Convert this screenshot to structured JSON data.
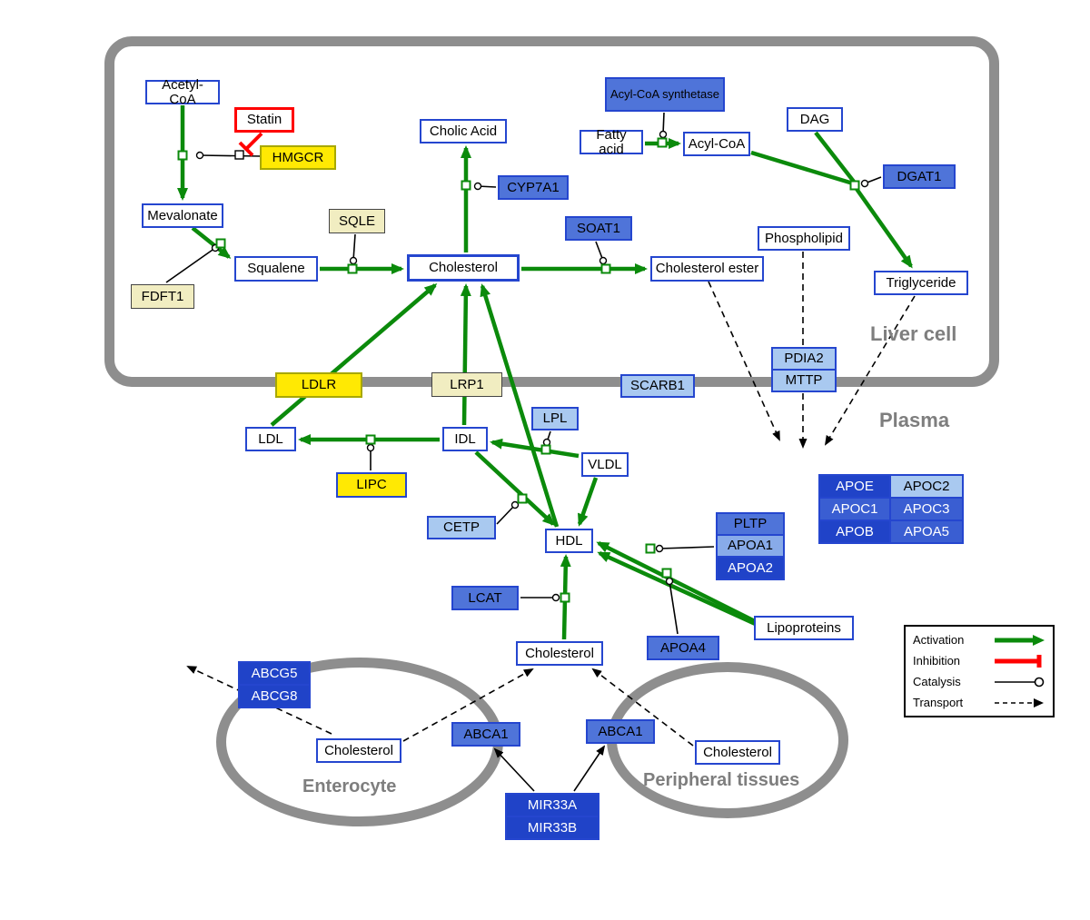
{
  "diagram": {
    "compartments": {
      "liver": "Liver cell",
      "plasma": "Plasma",
      "enterocyte": "Enterocyte",
      "peripheral": "Peripheral tissues"
    },
    "nodes": {
      "acetyl_coa": "Acetyl-CoA",
      "statin": "Statin",
      "hmgcr": "HMGCR",
      "mevalonate": "Mevalonate",
      "fdft1": "FDFT1",
      "squalene": "Squalene",
      "sqle": "SQLE",
      "cholesterol_liver": "Cholesterol",
      "cholic_acid": "Cholic Acid",
      "cyp7a1": "CYP7A1",
      "soat1": "SOAT1",
      "cholesterol_ester": "Cholesterol ester",
      "acyl_coa_synthetase": "Acyl-CoA synthetase",
      "fatty_acid": "Fatty acid",
      "acyl_coa": "Acyl-CoA",
      "dag": "DAG",
      "dgat1": "DGAT1",
      "phospholipid": "Phospholipid",
      "triglyceride": "Triglyceride",
      "pdia2": "PDIA2",
      "mttp": "MTTP",
      "ldlr": "LDLR",
      "lrp1": "LRP1",
      "scarb1": "SCARB1",
      "ldl": "LDL",
      "idl": "IDL",
      "lpl": "LPL",
      "vldl": "VLDL",
      "lipc": "LIPC",
      "cetp": "CETP",
      "hdl": "HDL",
      "pltp": "PLTP",
      "apoa1": "APOA1",
      "apoa2": "APOA2",
      "apoe": "APOE",
      "apoc2": "APOC2",
      "apoc1": "APOC1",
      "apoc3": "APOC3",
      "apob": "APOB",
      "apoa5": "APOA5",
      "lcat": "LCAT",
      "apoa4": "APOA4",
      "lipoproteins": "Lipoproteins",
      "cholesterol_plasma": "Cholesterol",
      "abcg5": "ABCG5",
      "abcg8": "ABCG8",
      "cholesterol_enterocyte": "Cholesterol",
      "abca1_enterocyte": "ABCA1",
      "abca1_peripheral": "ABCA1",
      "cholesterol_peripheral": "Cholesterol",
      "mir33a": "MIR33A",
      "mir33b": "MIR33B"
    },
    "legend": {
      "activation": "Activation",
      "inhibition": "Inhibition",
      "catalysis": "Catalysis",
      "transport": "Transport"
    },
    "colors": {
      "activation_green": "#0b8a0b",
      "inhibition_red": "#ff0000",
      "node_border_blue": "#2546cf",
      "yellow": "#ffe903",
      "pale_yellow": "#f1edc1",
      "medium_blue": "#4f74d9",
      "light_blue": "#a9c9f0",
      "dark_blue": "#2043c8",
      "compartment_gray": "#8e8e8e"
    }
  }
}
